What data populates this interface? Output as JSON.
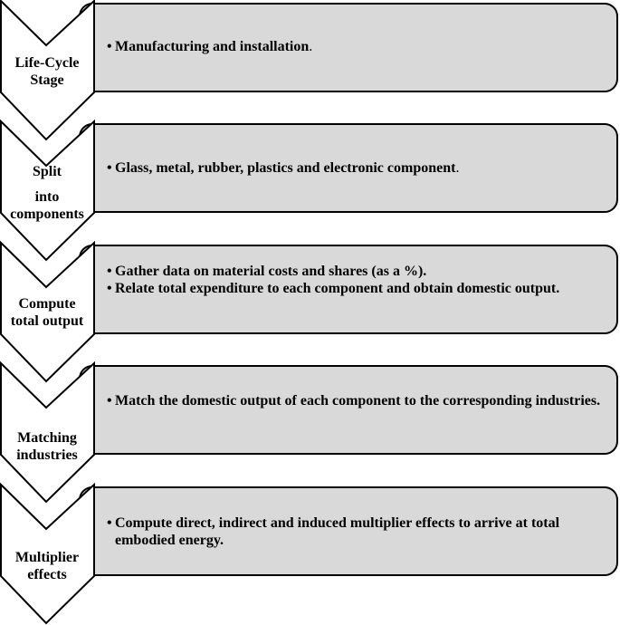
{
  "stages": [
    {
      "label_lines": [
        "Life-Cycle",
        "Stage"
      ],
      "bullets": [
        {
          "text": "Manufacturing and installation",
          "end": "."
        }
      ]
    },
    {
      "label_lines": [
        "Split",
        "into",
        "components"
      ],
      "bullets": [
        {
          "text": "Glass, metal, rubber, plastics and electronic component",
          "end": "."
        }
      ]
    },
    {
      "label_lines": [
        "Compute",
        "total output"
      ],
      "bullets": [
        {
          "text": "Gather data on material costs and shares (as a %).",
          "end": ""
        },
        {
          "text": "Relate total expenditure to each component and obtain domestic output.",
          "end": ""
        }
      ]
    },
    {
      "label_lines": [
        "Matching",
        "industries"
      ],
      "bullets": [
        {
          "text": "Match the domestic output of each component to the corresponding industries.",
          "end": ""
        }
      ]
    },
    {
      "label_lines": [
        "Multiplier",
        "effects"
      ],
      "bullets": [
        {
          "text": "Compute direct, indirect and induced multiplier effects to arrive at total embodied energy.",
          "end": ""
        }
      ]
    }
  ],
  "bullet_symbol": "•",
  "colors": {
    "box_fill": "#d9d9d9",
    "chevron_fill": "#ffffff",
    "stroke": "#000000"
  }
}
